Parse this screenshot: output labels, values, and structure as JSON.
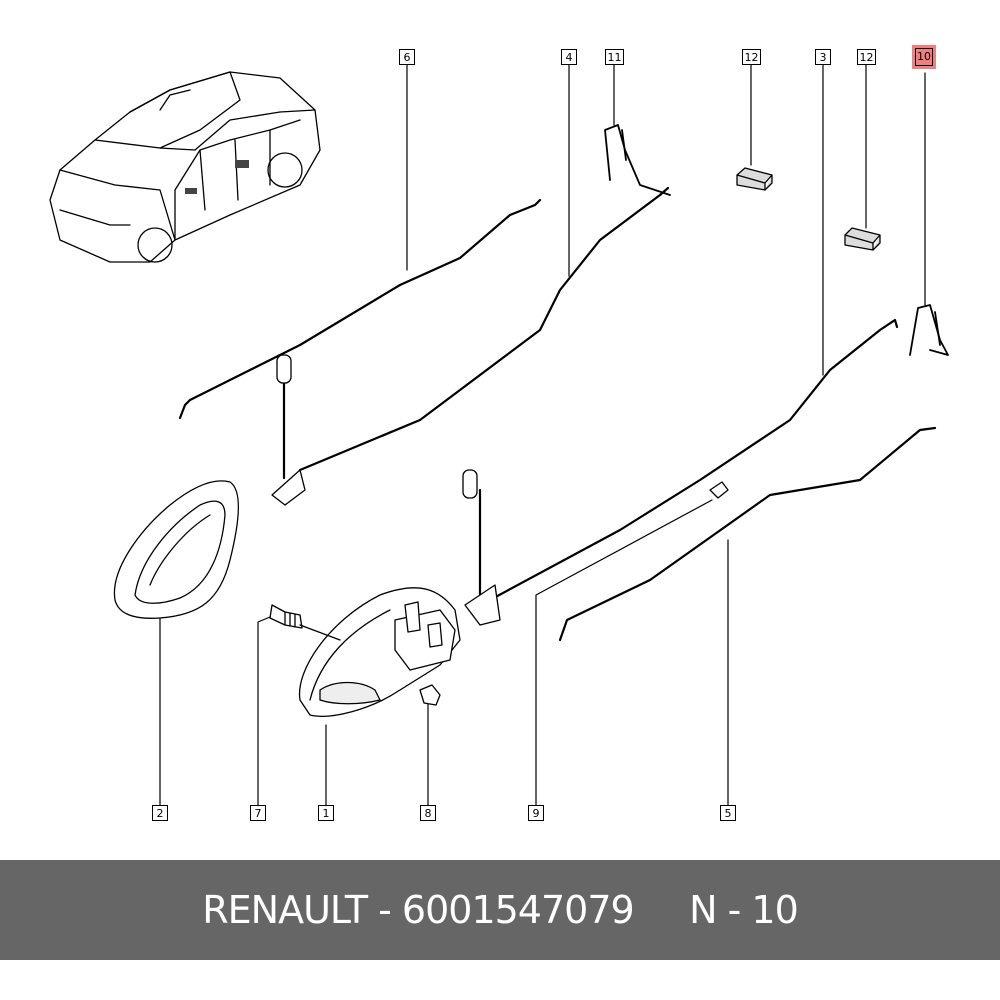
{
  "callouts": {
    "c6": "6",
    "c4": "4",
    "c11": "11",
    "c12a": "12",
    "c3": "3",
    "c12b": "12",
    "c10": "10",
    "c2": "2",
    "c7": "7",
    "c1": "1",
    "c8": "8",
    "c9": "9",
    "c5": "5"
  },
  "highlight_color": "#f08080",
  "footer": {
    "brand": "RENAULT",
    "separator": " - ",
    "part_number": "6001547079",
    "position": "N - 10"
  }
}
